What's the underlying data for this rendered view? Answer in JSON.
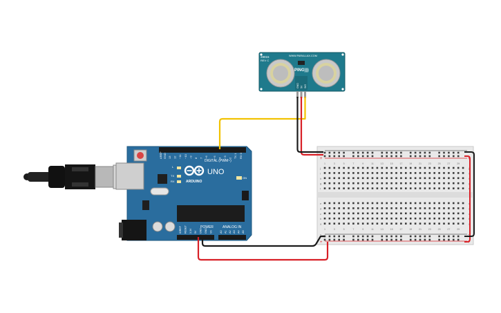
{
  "sensor": {
    "model": "28015",
    "rev": "REV C",
    "website": "WWW.PARALLAX.COM",
    "name": "PING)))",
    "pins": [
      "GND",
      "5V",
      "SIG"
    ]
  },
  "arduino": {
    "brand": "ARDUINO",
    "model": "UNO",
    "digital_label": "DIGITAL (PWM~)",
    "power_label": "POWER",
    "analog_label": "ANALOG IN",
    "aref": "AREF",
    "gnd": "GND",
    "led_l": "L",
    "led_tx": "TX",
    "led_rx": "RX",
    "on": "ON",
    "digital_pins": [
      "13",
      "12",
      "~11",
      "~10",
      "~9",
      "8",
      "7",
      "~6",
      "~5",
      "4",
      "~3",
      "2",
      "TX 1",
      "RX 0"
    ],
    "power_pins": [
      "IOREF",
      "RESET",
      "3.3V",
      "5V",
      "GND",
      "GND",
      "Vin"
    ],
    "analog_pins": [
      "A0",
      "A1",
      "A2",
      "A3",
      "A4",
      "A5"
    ]
  },
  "breadboard": {
    "plus": "+",
    "minus": "-",
    "col_numbers": [
      "1",
      "3",
      "5",
      "7",
      "9",
      "11",
      "13",
      "15",
      "17",
      "19",
      "21",
      "23",
      "25",
      "27",
      "29"
    ],
    "row_letters_top": [
      "a",
      "b",
      "c",
      "d",
      "e"
    ],
    "row_letters_bottom": [
      "f",
      "g",
      "h",
      "i",
      "j"
    ]
  },
  "colors": {
    "board_blue": "#2a6d9e",
    "sensor_teal": "#1f7a8c",
    "wire_yellow": "#f2c200",
    "wire_red": "#d81f26",
    "wire_black": "#1a1a1a",
    "breadboard": "#e9e9e9"
  }
}
